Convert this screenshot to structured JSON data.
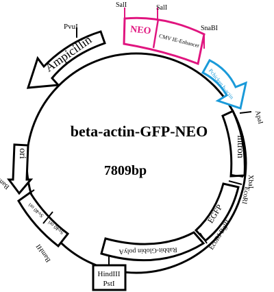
{
  "plasmid": {
    "name": "beta-actin-GFP-NEO",
    "size": "7809bp"
  },
  "features": {
    "ampicillin": "Ampicillin",
    "neo": "NEO",
    "cmv_enhancer": "CMV IE-Enhancer",
    "pchicken_beta_actin": "Pchicken b-actin",
    "intron": "intron",
    "egfp": "EGFP",
    "rabbit_globin_polya": "Rabbit-Globin polyA",
    "sv40_ori_1": "Sv40 ori",
    "sv40_ori_2": "Sv40 ori",
    "ori": "ori"
  },
  "sites": {
    "pvui": "PvuI",
    "sali_1": "SalI",
    "sali_2": "SalI",
    "snabi": "SnaBI",
    "apai": "ApaI",
    "xbai": "XbaI",
    "ecori": "EcoRI",
    "ecori_bglii": "EcoRI BglII",
    "bamhi_1": "BamHI",
    "bamhi_2": "BamHI",
    "hindiii": "HindIII",
    "psti": "PstI"
  },
  "colors": {
    "neo": "#e0157f",
    "promoter": "#1a9ad9",
    "line": "#000000"
  }
}
